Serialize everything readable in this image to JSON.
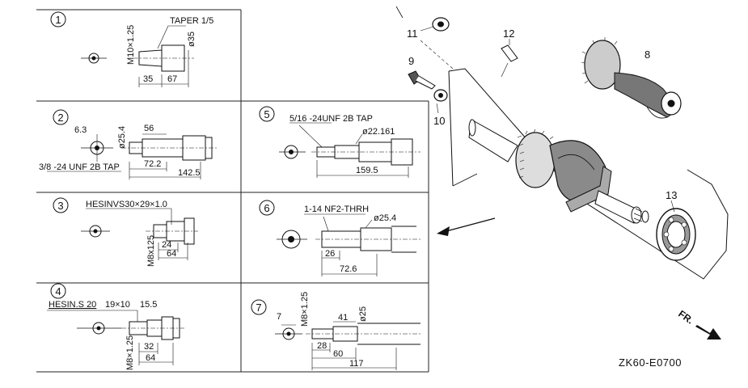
{
  "panels": [
    {
      "num": "1",
      "labels": [
        "M10×1.25",
        "TAPER 1/5",
        "ø35",
        "35",
        "67"
      ]
    },
    {
      "num": "2",
      "labels": [
        "ø25.4",
        "6.3",
        "56",
        "3/8 -24 UNF 2B TAP",
        "72.2",
        "142.5"
      ]
    },
    {
      "num": "3",
      "labels": [
        "HESINVS30×29×1.0",
        "M8x125",
        "24",
        "64"
      ]
    },
    {
      "num": "4",
      "labels": [
        "HESIN.S 20",
        "19×10",
        "15.5",
        "M8×1.25",
        "32",
        "64"
      ]
    },
    {
      "num": "5",
      "labels": [
        "5/16 -24UNF 2B TAP",
        "ø22.161",
        "159.5"
      ]
    },
    {
      "num": "6",
      "labels": [
        "1-14 NF2-THRH",
        "ø25.4",
        "26",
        "72.6"
      ]
    },
    {
      "num": "7",
      "labels": [
        "7",
        "M8×1.25",
        "ø25",
        "41",
        "28",
        "60",
        "117"
      ]
    }
  ],
  "parts": [
    "11",
    "12",
    "9",
    "10",
    "8",
    "13"
  ],
  "direction_label": "FR.",
  "diagram_code": "ZK60-E0700"
}
